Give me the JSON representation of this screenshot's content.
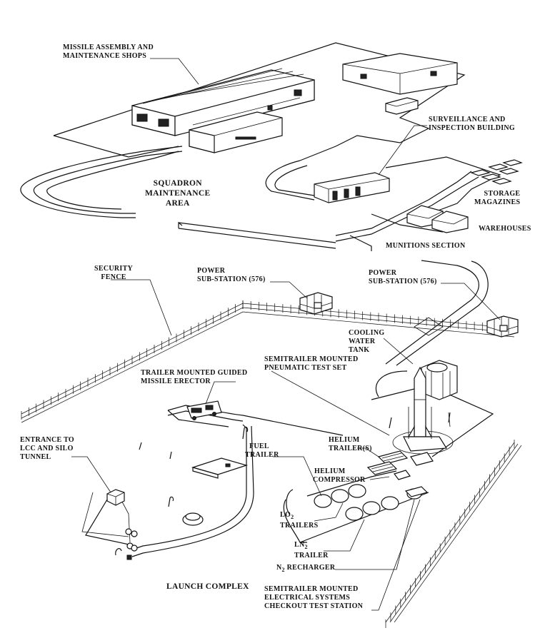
{
  "labels": {
    "missile_assembly_1": "MISSILE ASSEMBLY AND",
    "missile_assembly_2": "MAINTENANCE SHOPS",
    "surveillance_1": "SURVEILLANCE AND",
    "surveillance_2": "INSPECTION BUILDING",
    "squadron_1": "SQUADRON",
    "squadron_2": "MAINTENANCE",
    "squadron_3": "AREA",
    "storage_1": "STORAGE",
    "storage_2": "MAGAZINES",
    "warehouses": "WAREHOUSES",
    "munitions": "MUNITIONS SECTION",
    "security_1": "SECURITY",
    "security_2": "FENCE",
    "power_left_1": "POWER",
    "power_left_2": "SUB-STATION (576)",
    "power_right_1": "POWER",
    "power_right_2": "SUB-STATION (576)",
    "cooling_1": "COOLING",
    "cooling_2": "WATER",
    "cooling_3": "TANK",
    "pneumatic_1": "SEMITRAILER MOUNTED",
    "pneumatic_2": "PNEUMATIC TEST SET",
    "erector_1": "TRAILER MOUNTED GUIDED",
    "erector_2": "MISSILE ERECTOR",
    "entrance_1": "ENTRANCE TO",
    "entrance_2": "LCC AND SILO",
    "entrance_3": "TUNNEL",
    "fuel_1": "FUEL",
    "fuel_2": "TRAILER",
    "helium_trailer_1": "HELIUM",
    "helium_trailer_2": "TRAILER(S)",
    "helium_comp_1": "HELIUM",
    "helium_comp_2": "COMPRESSOR",
    "lo2_1": "LO",
    "lo2_sub": "2",
    "lo2_2": "TRAILERS",
    "ln2_1": "LN",
    "ln2_sub": "2",
    "ln2_2": "TRAILER",
    "n2_1": "N",
    "n2_sub": "2",
    "n2_2": " RECHARGER",
    "launch_complex": "LAUNCH COMPLEX",
    "electrical_1": "SEMITRAILER MOUNTED",
    "electrical_2": "ELECTRICAL SYSTEMS",
    "electrical_3": "CHECKOUT TEST STATION"
  }
}
